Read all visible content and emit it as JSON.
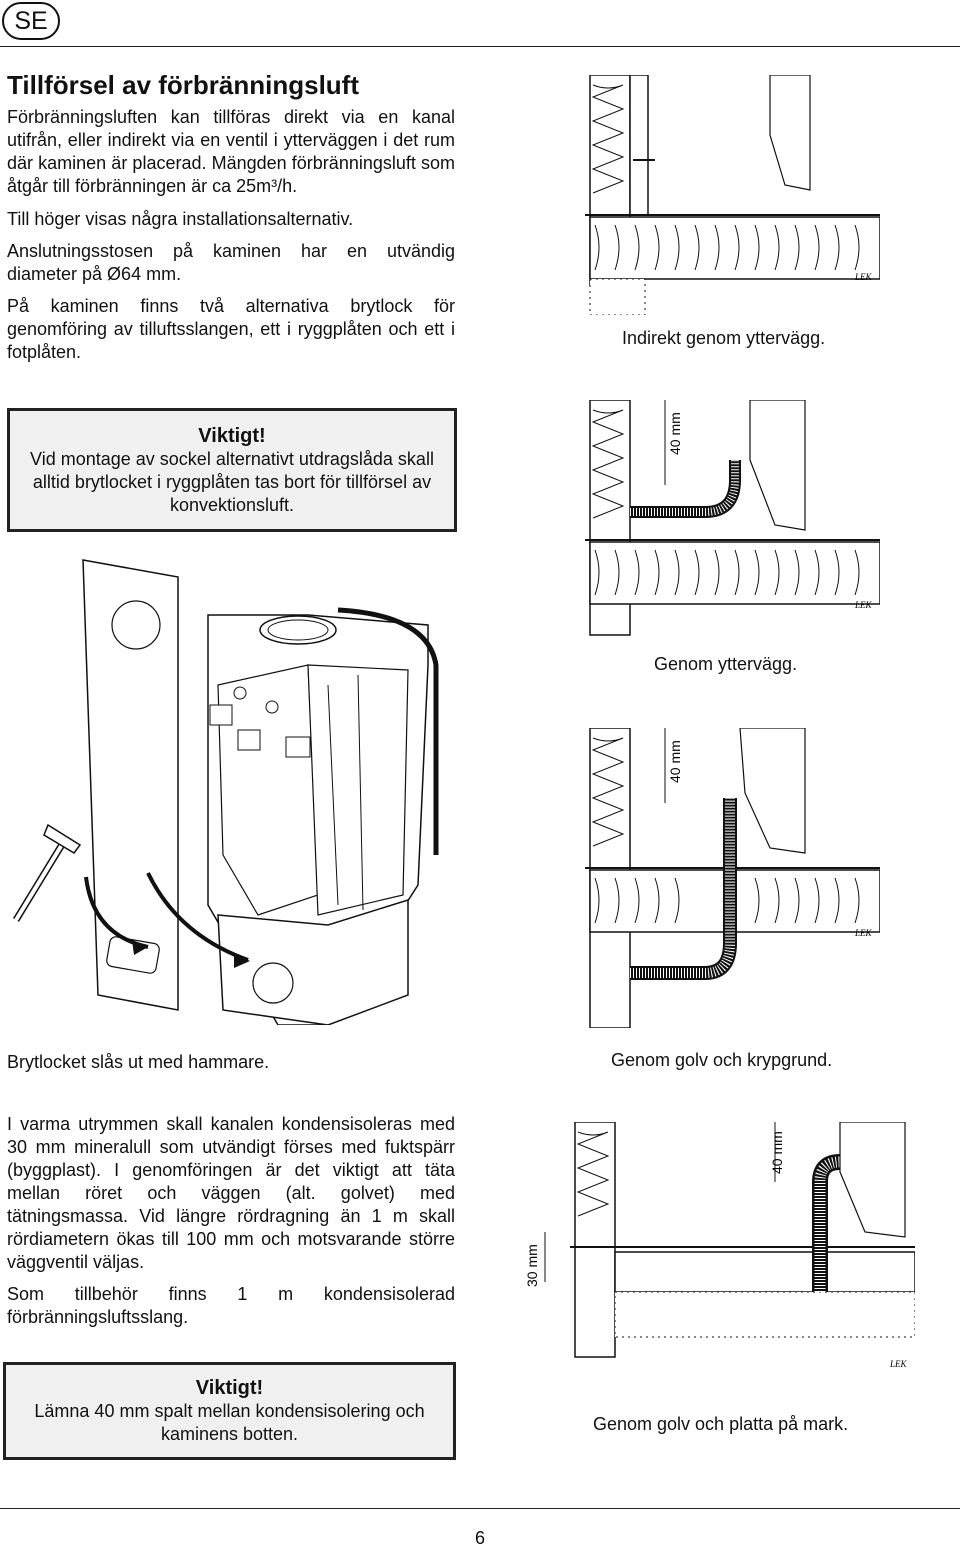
{
  "header": {
    "lang": "SE"
  },
  "section": {
    "title": "Tillförsel av förbränningsluft",
    "p1": "Förbränningsluften kan tillföras direkt via en kanal utifrån, eller indirekt via en ventil i ytterväggen i det rum där kaminen är placerad. Mängden förbränningsluft som åtgår till förbränningen är ca 25m³/h.",
    "p2": "Till höger visas några installationsalternativ.",
    "p3": "Anslutningsstosen på kaminen har en utvändig diameter på Ø64 mm.",
    "p4": "På kaminen finns två alternativa brytlock för genomföring av tilluftsslangen, ett i ryggplåten och ett i fotplåten."
  },
  "notice1": {
    "title": "Viktigt!",
    "text": "Vid montage av sockel alternativt utdragslåda skall alltid brytlocket i ryggplåten tas bort för tillförsel av konvektionsluft."
  },
  "stove_caption": "Brytlocket slås ut med hammare.",
  "para_lower": {
    "p1": "I varma utrymmen skall kanalen kondensisoleras med 30 mm mineralull som utvändigt förses med fuktspärr (byggplast). I genomföringen är det viktigt att täta mellan röret och väggen (alt. golvet) med tätningsmassa. Vid längre rördragning än 1 m skall rördiametern ökas till 100 mm och motsvarande större väggventil väljas.",
    "p2": "Som tillbehör finns 1 m kondensisolerad förbränningsluftsslang."
  },
  "notice2": {
    "title": "Viktigt!",
    "text": "Lämna 40 mm spalt mellan kondensisolering och kaminens botten."
  },
  "diagrams": [
    {
      "caption": "Indirekt genom yttervägg.",
      "lek": "LEK"
    },
    {
      "caption": "Genom yttervägg.",
      "dimension": "40 mm",
      "lek": "LEK"
    },
    {
      "caption": "Genom golv och krypgrund.",
      "dimension": "40 mm",
      "lek": "LEK"
    },
    {
      "caption": "Genom golv och platta på mark.",
      "dimension": "40 mm",
      "dimension2": "30 mm",
      "lek": "LEK"
    }
  ],
  "footer": {
    "page_number": "6"
  }
}
